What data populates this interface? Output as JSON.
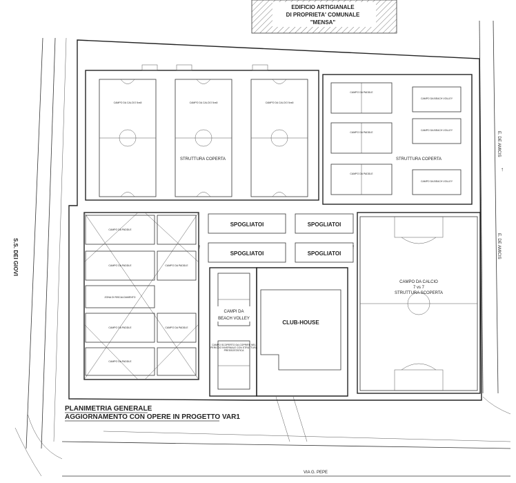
{
  "header": {
    "building_line1": "EDIFICIO ARTIGIANALE",
    "building_line2": "DI PROPRIETA' COMUNALE",
    "building_line3": "\"MENSA\""
  },
  "streets": {
    "ss_dei_giovi": "S.S. DEI GIOVI",
    "de_amicis_top": "E. DE AMICIS",
    "de_amicis_mid": "E. DE AMICIS",
    "via_pepe": "VIA G. PEPE"
  },
  "covered_soccer": {
    "label": "STRUTTURA COPERTA",
    "field1": "CAMPO DA CALCIO 5vs5",
    "field2": "CAMPO DA CALCIO 5vs5",
    "field3": "CAMPO DA CALCIO 5vs5"
  },
  "covered_padel": {
    "label": "STRUTTURA COPERTA",
    "padel1": "CAMPO DA PADDLE",
    "padel2": "CAMPO DA PADDLE",
    "padel3": "CAMPO DA PADDLE",
    "bv1": "CAMPO DA BEACH VOLLEY",
    "bv2": "CAMPO DA BEACH VOLLEY",
    "bv3": "CAMPO DA BEACH VOLLEY"
  },
  "left_padel": {
    "p1": "CAMPO DA PADDLE",
    "p2": "CAMPO DA PADDLE",
    "p3": "CAMPO DA PADDLE",
    "p4": "CAMPO DA PADDLE",
    "p5": "CAMPO DA PADDLE",
    "p6": "CAMPO DA PADDLE",
    "warmup": "ZONA DI RISCALDAMENTO"
  },
  "locker_rooms": {
    "s1": "SPOGLIATOI",
    "s2": "SPOGLIATOI",
    "s3": "SPOGLIATOI",
    "s4": "SPOGLIATOI"
  },
  "beach": {
    "label1": "CAMPI DA",
    "label2": "BEACH VOLLEY",
    "note1": "CAMPO SCOPERTO DA COPRIRE NEL",
    "note2": "PERIODO INVERNALE CON STRUTTURA",
    "note3": "PRESSOSTATICA"
  },
  "clubhouse": {
    "label": "CLUB-HOUSE"
  },
  "outdoor_soccer": {
    "line1": "CAMPO DA CALCIO",
    "line2": "7 vs 7",
    "line3": "STRUTTURA SCOPERTA"
  },
  "title_block": {
    "line1": "PLANIMETRIA GENERALE",
    "line2": "AGGIORNAMENTO CON OPERE IN PROGETTO VAR1"
  }
}
